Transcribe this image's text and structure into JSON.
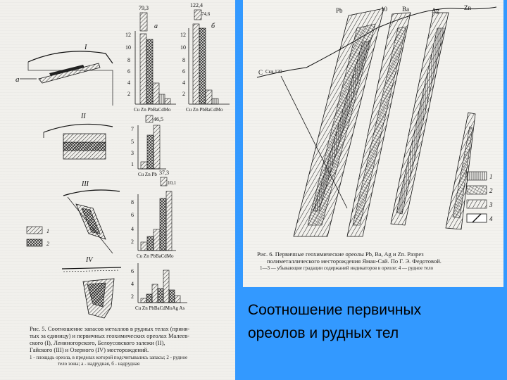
{
  "slide": {
    "main_text_line1": "Соотношение первичных",
    "main_text_line2": "ореолов и рудных тел"
  },
  "left_figure": {
    "bar_a_top": "79,3",
    "bar_a_label": "а",
    "bar_b_top": "122,4",
    "bar_b_sub": "74,6",
    "bar_b_label": "б",
    "axis1": [
      "12",
      "10",
      "8",
      "6",
      "4",
      "2"
    ],
    "elements_a": "Cu Zn PbBaCdMo",
    "elements_b": "Cu Zn PbBaCdMo",
    "section_I": "I",
    "section_II": "II",
    "section_III": "III",
    "section_IV": "IV",
    "bar2_top": "46,5",
    "axis2": [
      "7",
      "5",
      "3",
      "1"
    ],
    "elements2": "Cu Zn Pb",
    "bar3_top": "37,3",
    "bar3_sub": "10,1",
    "axis3": [
      "8",
      "6",
      "4",
      "2"
    ],
    "elements3": "Cu Zn PbBaCdMo",
    "axis4": [
      "6",
      "4",
      "2"
    ],
    "elements4": "Cu Zn PbBaCdMoAg As",
    "legend1": "1",
    "legend2": "2",
    "caption_line1": "Рис. 5. Соотношение запасов металлов в рудных телах (приня-",
    "caption_line2": "тых за единицу) и первичных геохимических ореолах Малеев-",
    "caption_line3": "ского (I), Лениногорского, Белоусовского залежи (II),",
    "caption_line4": "Гайского (III) и Озерного (IV) месторождений.",
    "caption_line5": "1 - площадь ореола, в пределах которой подсчитывались запасы; 2 - рудное",
    "caption_line6": "тело зоны; а - надрудная, б - надрудная"
  },
  "right_figure": {
    "label_pb": "Pb",
    "label_10": "10",
    "label_ba": "Ba",
    "label_ag": "Ag",
    "label_zn": "Zn",
    "label_c": "C",
    "label_skv": "Скв.130",
    "legend_items": [
      "1",
      "2",
      "3",
      "4"
    ],
    "caption_line1": "Рис. 6. Первичные геохимические ореолы Pb, Ba, Ag и Zn. Разрез",
    "caption_line2": "полиметаллического месторождения Яман-Сай. По Г. Э. Федотовой.",
    "caption_line3": "1—3 — убывающие градации содержаний индикаторов в ореоле; 4 — рудное тело"
  }
}
